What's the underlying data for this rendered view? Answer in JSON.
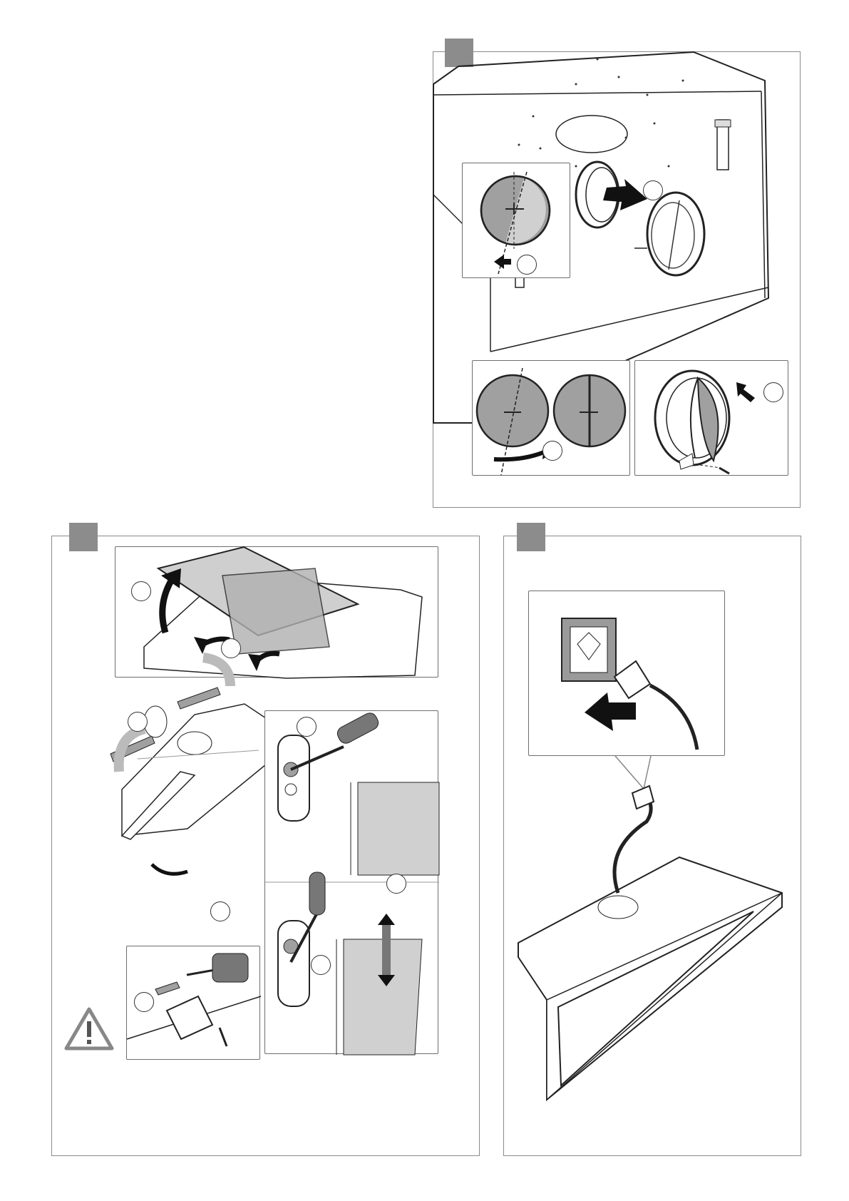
{
  "page": {
    "background": "#ffffff",
    "frame_color": "#8a8a8a",
    "badge_color": "#8c8c8c",
    "shade_color": "#a0a0a0",
    "light_shade": "#d0d0d0"
  },
  "figures": [
    {
      "step": "damper-installation",
      "icons": [
        "hood-body",
        "connector-ring",
        "damper-flap",
        "arrow-push",
        "screw",
        "dashed-cut-line"
      ]
    },
    {
      "step": "hood-mounting",
      "icons": [
        "glass-panel-open",
        "filter",
        "mounting-bracket",
        "screwdriver",
        "drill",
        "wall-plug",
        "warning-triangle-icon"
      ]
    },
    {
      "step": "electrical-connection",
      "icons": [
        "wall-socket",
        "power-plug",
        "power-cable",
        "arrow-push",
        "hood-body"
      ]
    }
  ]
}
